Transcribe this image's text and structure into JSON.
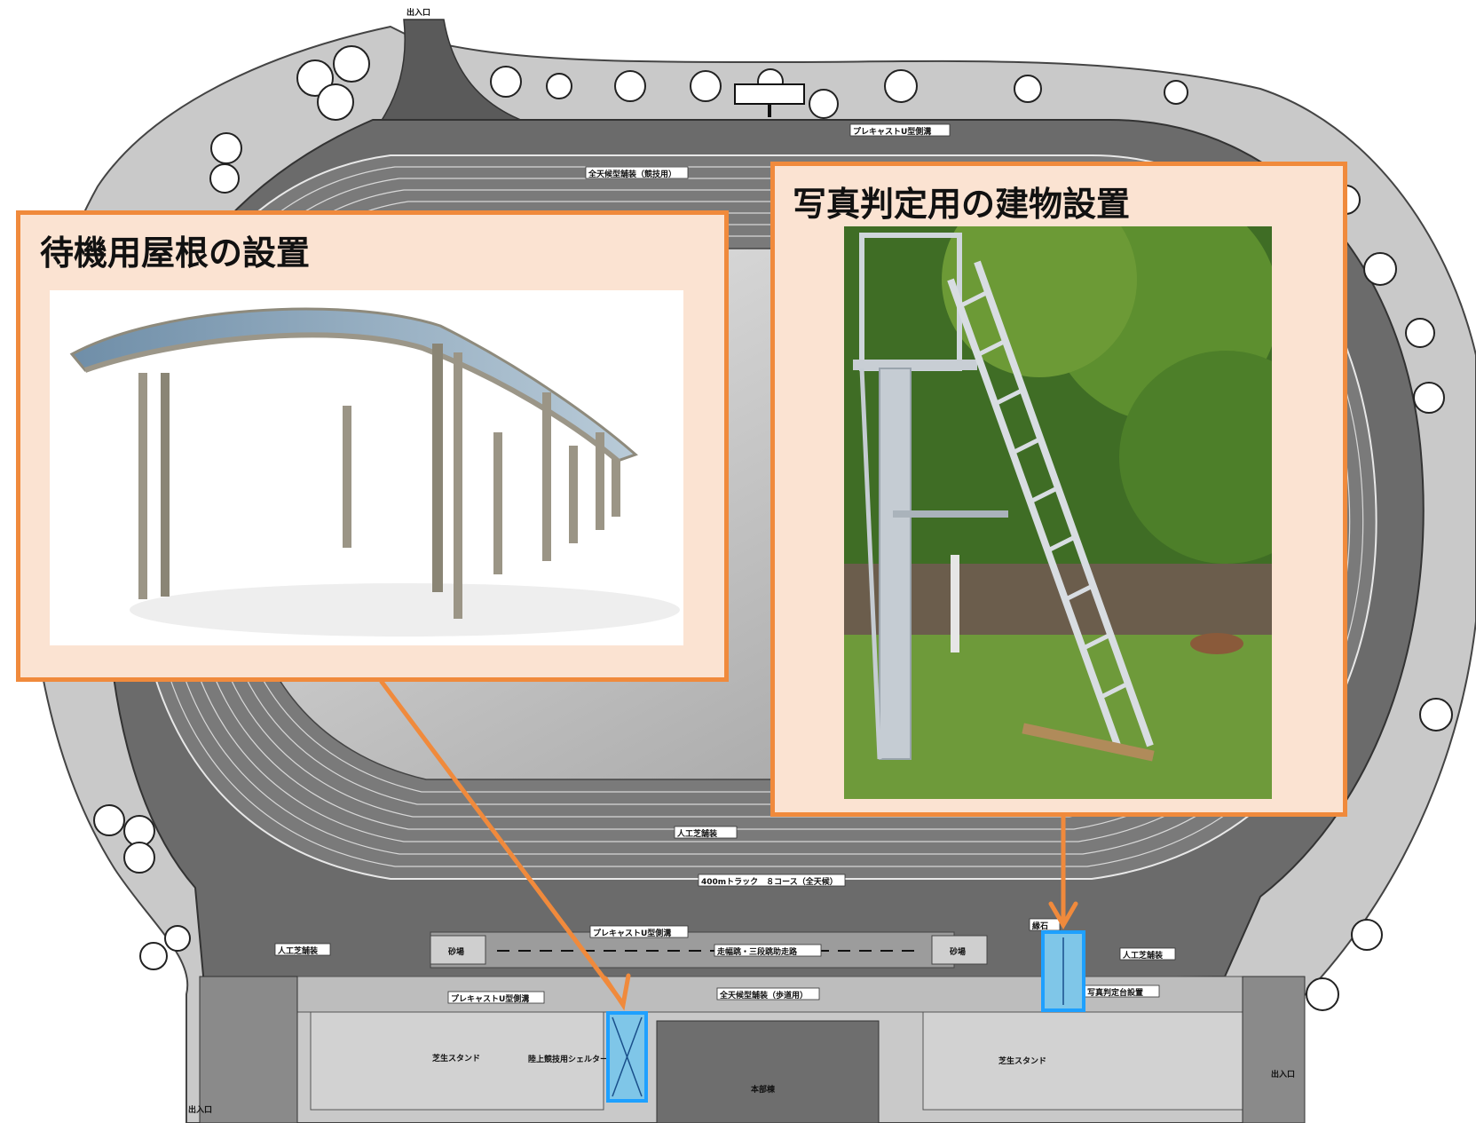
{
  "callouts": {
    "waiting_roof": {
      "title": "待機用屋根の設置"
    },
    "photo_judge": {
      "title": "写真判定用の建物設置"
    }
  },
  "plan_labels": {
    "entrance_top": "出入口",
    "entrance_bottom_left": "出入口",
    "entrance_bottom_right": "出入口",
    "precast_gutter_top": "プレキャストU型側溝",
    "all_weather_pavement_top": "全天候型舗装（競技用）",
    "precast_gutter_straight": "プレキャストU型側溝",
    "sandpit_left": "砂場",
    "sandpit_right": "砂場",
    "long_jump": "走幅跳・三段跳助走路",
    "track": "400mトラック　８コース（全天候）",
    "artificial_turf_bottom": "人工芝舗装",
    "artificial_turf_left": "人工芝舗装",
    "artificial_turf_right": "人工芝舗装",
    "curb_stone": "縁石",
    "precast_gutter_bottom": "プレキャストU型側溝",
    "all_weather_pavement_bottom": "全天候型舗装（歩道用）",
    "photo_finish_tower": "写真判定台設置",
    "turf_stand_left": "芝生スタンド",
    "turf_stand_right": "芝生スタンド",
    "shelter": "陸上競技用シェルター",
    "main_building": "本部棟"
  },
  "colors": {
    "callout_border": "#f08a3c",
    "callout_fill": "#fbe3d2",
    "arrow": "#f08a3c",
    "marker_stroke": "#1ea0ff",
    "marker_fill": "#7fc6e8"
  }
}
